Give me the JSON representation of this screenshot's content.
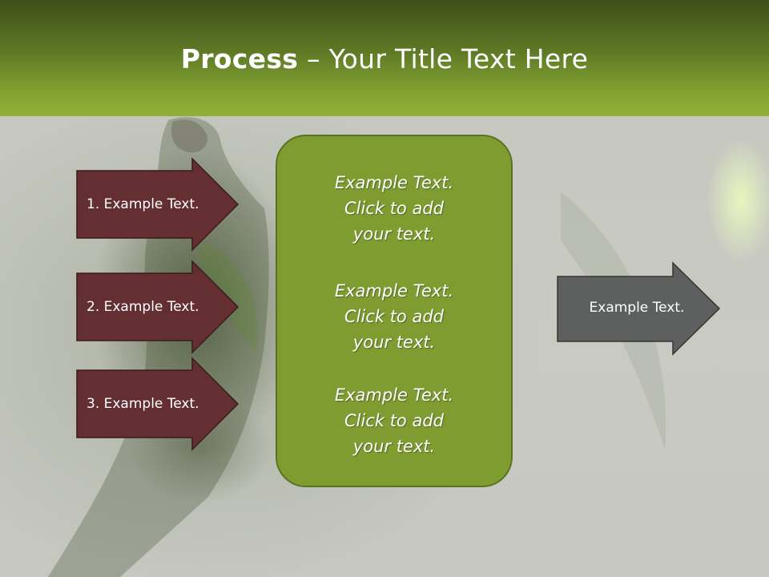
{
  "title": {
    "bold": "Process",
    "rest": " – Your Title Text Here"
  },
  "inputs": [
    {
      "label": "1. Example Text."
    },
    {
      "label": "2. Example Text."
    },
    {
      "label": "3. Example Text."
    }
  ],
  "center": {
    "blocks": [
      "Example Text.\nClick  to add\nyour text.",
      "Example Text.\nClick  to add\nyour text.",
      "Example Text.\nClick  to add\nyour text."
    ]
  },
  "output": {
    "label": "Example Text."
  },
  "colors": {
    "title_bar": "#8fb036",
    "input_arrow": "#632f33",
    "center_box": "#7e9c30",
    "output_arrow": "#5e5f5f"
  }
}
